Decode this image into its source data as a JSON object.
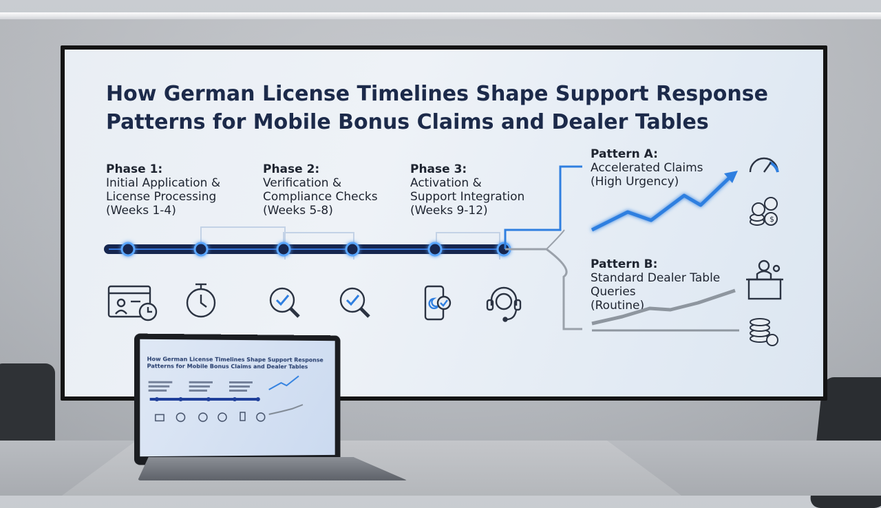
{
  "slide": {
    "title": "How German License Timelines Shape Support Response Patterns for Mobile Bonus Claims and Dealer Tables",
    "phases": [
      {
        "label": "Phase 1:",
        "desc": "Initial Application &\nLicense Processing\n(Weeks 1-4)"
      },
      {
        "label": "Phase 2:",
        "desc": "Verification &\nCompliance Checks\n(Weeks 5-8)"
      },
      {
        "label": "Phase 3:",
        "desc": "Activation &\nSupport Integration\n(Weeks 9-12)"
      }
    ],
    "pattern_a": {
      "label": "Pattern A:",
      "desc": "Accelerated Claims\n(High Urgency)"
    },
    "pattern_b": {
      "label": "Pattern B:",
      "desc": "Standard Dealer Table\nQueries\n(Routine)"
    }
  },
  "laptop": {
    "title": "How German License Timelines Shape Support Response Patterns for Mobile Bonus Claims and Dealer Tables"
  },
  "colors": {
    "accent": "#2f7fe0",
    "timeline": "#16264f",
    "routine": "#8e969f",
    "title": "#1c2a4a"
  },
  "icons": [
    "id-card-clock-icon",
    "stopwatch-icon",
    "magnifier-check-icon",
    "magnifier-check-icon",
    "phone-moon-check-icon",
    "headset-agent-icon",
    "speedometer-icon",
    "coin-stack-icon",
    "dealer-desk-icon",
    "chip-stack-icon"
  ]
}
